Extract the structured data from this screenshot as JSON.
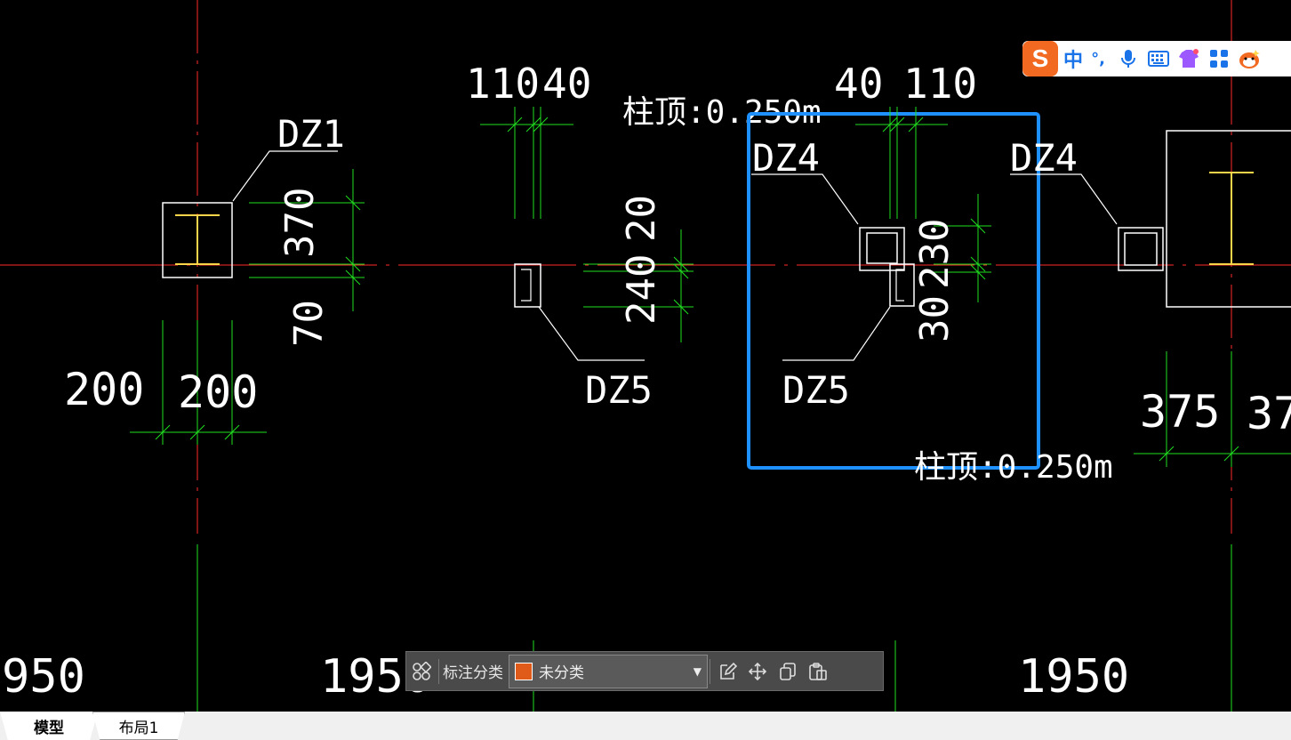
{
  "drawing": {
    "dim_labels": {
      "d110_left": "110",
      "d40_left": "40",
      "d40_right": "40",
      "d110_right": "110",
      "d370": "370",
      "d70": "70",
      "d200_a": "200",
      "d200_b": "200",
      "d240": "240",
      "d20": "20",
      "d30": "30",
      "d230": "230",
      "d375_a": "375",
      "d375_b": "37",
      "d1950_left": "950",
      "d1950_mid": "1950",
      "d1950_right": "1950"
    },
    "column_tags": {
      "dz1": "DZ1",
      "dz4_left": "DZ4",
      "dz4_right": "DZ4",
      "dz5_left": "DZ5",
      "dz5_right": "DZ5"
    },
    "top_elevation_1": "柱顶:0.250m",
    "top_elevation_2": "柱顶:0.250m"
  },
  "annotation_toolbar": {
    "category_label": "标注分类",
    "category_value": "未分类",
    "swatch_color": "#e05a1a"
  },
  "ime": {
    "lang": "中",
    "punct": "°,"
  },
  "tabs": {
    "model": "模型",
    "layout1": "布局1"
  },
  "colors": {
    "axis": "#ff2a2a",
    "dim_green": "#20e020",
    "selection_blue": "#1e90ff",
    "steel_yellow": "#ffd54a"
  }
}
